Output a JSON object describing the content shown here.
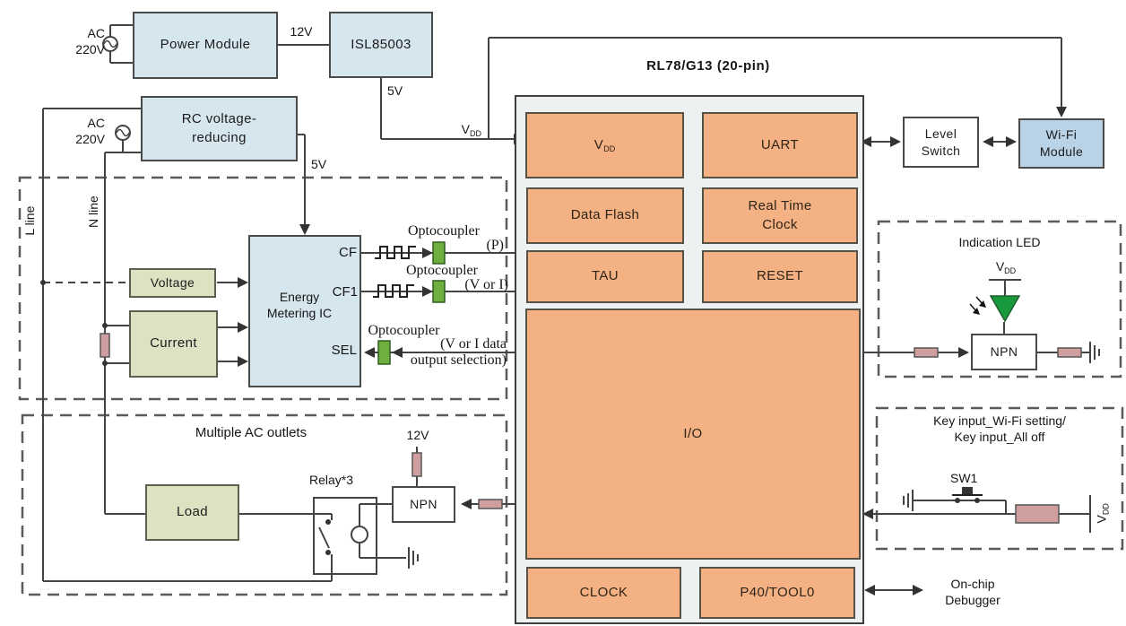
{
  "colors": {
    "box_blue": "#d5e6ef",
    "wifi_blue": "#b9d2e6",
    "block_orange": "#f4b183",
    "box_green": "#dbe3c3",
    "opto_green": "#6faf3f",
    "resistor_pink": "#cf9f9f",
    "led_green": "#189a3c",
    "wire": "#444444",
    "dash": "#5a5a5a",
    "mcu_fill": "#edf1f2"
  },
  "vdd": {
    "v": "V",
    "dd": "DD"
  },
  "power": {
    "ac": "AC",
    "ac_voltage": "220V",
    "power_module": "Power Module",
    "v12": "12V",
    "isl": "ISL85003",
    "v5": "5V",
    "rc_line1": "RC voltage-",
    "rc_line2": "reducing",
    "v5_rc": "5V"
  },
  "metering": {
    "l_line": "L line",
    "n_line": "N line",
    "voltage": "Voltage",
    "current": "Current",
    "emic_line1": "Energy",
    "emic_line2": "Metering IC",
    "pin_cf": "CF",
    "pin_cf1": "CF1",
    "pin_sel": "SEL",
    "opto": "Optocoupler",
    "opto1_sub": "(P)",
    "opto2_sub": "(V or I)",
    "opto3_sub1": "(V or I data",
    "opto3_sub2": "output selection)"
  },
  "mcu": {
    "title": "RL78/G13 (20-pin)",
    "uart": "UART",
    "data_flash": "Data Flash",
    "rtc_line1": "Real Time",
    "rtc_line2": "Clock",
    "tau": "TAU",
    "reset": "RESET",
    "io": "I/O",
    "clock": "CLOCK",
    "p40": "P40/TOOL0"
  },
  "right": {
    "level_line1": "Level",
    "level_line2": "Switch",
    "wifi_line1": "Wi-Fi",
    "wifi_line2": "Module",
    "indication_title": "Indication LED",
    "npn": "NPN",
    "key_line1": "Key input_Wi-Fi setting/",
    "key_line2": "Key input_All off",
    "sw1": "SW1",
    "debug_line1": "On-chip",
    "debug_line2": "Debugger"
  },
  "outlets": {
    "title": "Multiple AC outlets",
    "load": "Load",
    "relay": "Relay*3",
    "npn": "NPN",
    "v12": "12V"
  }
}
